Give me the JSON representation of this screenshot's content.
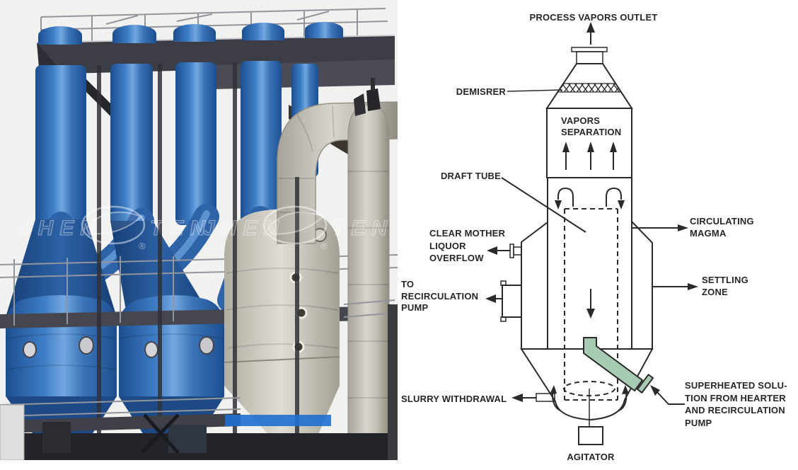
{
  "photo": {
    "watermark": {
      "brand_left": "JHEN",
      "brand_right": "TEN",
      "registered": "®"
    }
  },
  "diagram": {
    "labels": {
      "process_vapors_outlet": "PROCESS VAPORS OUTLET",
      "demister": "DEMISRER",
      "vapors_separation": [
        "VAPORS",
        "SEPARATION"
      ],
      "draft_tube": "DRAFT TUBE",
      "clear_mother_liquor_overflow": [
        "CLEAR MOTHER",
        "LIQUOR",
        "OVERFLOW"
      ],
      "to_recirculation_pump": [
        "TO",
        "RECIRCULATION",
        "PUMP"
      ],
      "circulating_magma": [
        "CIRCULATING",
        "MAGMA"
      ],
      "settling_zone": [
        "SETTLING",
        "ZONE"
      ],
      "slurry_withdrawal": "SLURRY WITHDRAWAL",
      "superheated_solution": [
        "SUPERHEATED SOLU-",
        "TION FROM HEARTER",
        "AND RECIRCULATION",
        "PUMP"
      ],
      "agitator": "AGITATOR"
    }
  },
  "colors": {
    "diagram_dark_green": "#31965a",
    "diagram_light_green": "#a7cbb2",
    "vessel_blue": "#3a76bc",
    "steel_grey": "#c9c6bc"
  }
}
